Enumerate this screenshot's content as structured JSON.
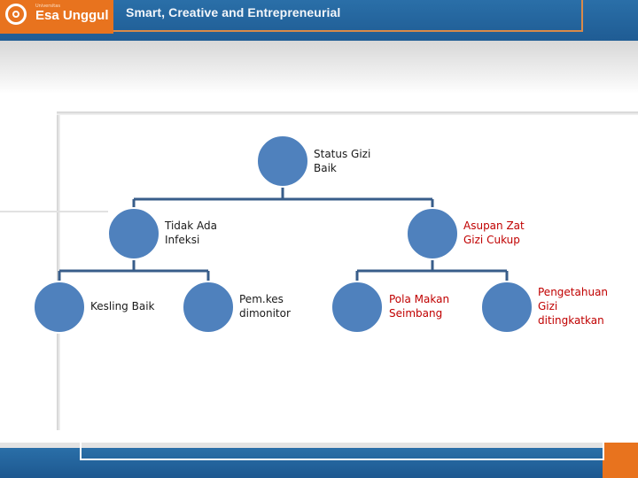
{
  "header": {
    "logo_small": "Universitas",
    "logo_text": "Esa Unggul",
    "tagline": "Smart, Creative and Entrepreneurial"
  },
  "colors": {
    "node_fill": "#4f81bd",
    "connector": "#385d8a",
    "accent_red": "#c00000",
    "brand_blue": "#1f5c94",
    "brand_orange": "#e8731e"
  },
  "diagram": {
    "root": {
      "label": "Status Gizi\nBaik"
    },
    "children": [
      {
        "label": "Tidak Ada\nInfeksi",
        "children": [
          {
            "label": "Kesling Baik"
          },
          {
            "label": "Pem.kes\ndimonitor"
          }
        ]
      },
      {
        "label": "Asupan Zat\nGizi Cukup",
        "children": [
          {
            "label": "Pola Makan\nSeimbang"
          },
          {
            "label": "Pengetahuan\nGizi\nditingkatkan"
          }
        ]
      }
    ]
  }
}
